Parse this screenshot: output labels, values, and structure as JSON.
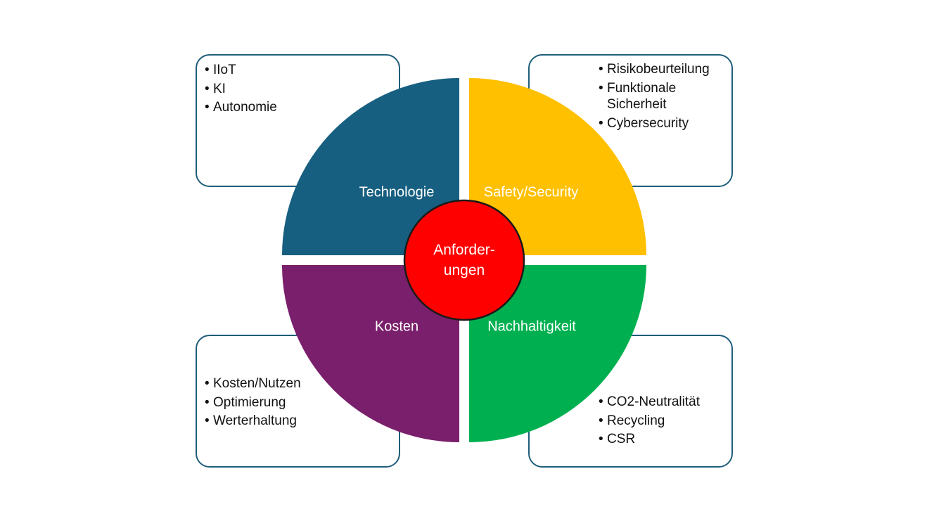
{
  "center": {
    "line1": "Anforder-",
    "line2": "ungen",
    "color": "#ff0000"
  },
  "quadrants": {
    "technologie": {
      "label": "Technologie",
      "color": "#175f80"
    },
    "safety": {
      "label": "Safety/Security",
      "color": "#ffc000"
    },
    "kosten": {
      "label": "Kosten",
      "color": "#7a1f6b"
    },
    "nachhaltigkeit": {
      "label": "Nachhaltigkeit",
      "color": "#00b050"
    }
  },
  "boxes": {
    "top_left": [
      "IIoT",
      "KI",
      "Autonomie"
    ],
    "top_right": [
      "Risikobeurteilung",
      "Funktionale Sicherheit",
      "Cybersecurity"
    ],
    "bottom_left": [
      "Kosten/Nutzen",
      "Optimierung",
      "Werterhaltung"
    ],
    "bottom_right": [
      "CO2-Neutralität",
      "Recycling",
      "CSR"
    ]
  },
  "border_color": "#1f5e79"
}
